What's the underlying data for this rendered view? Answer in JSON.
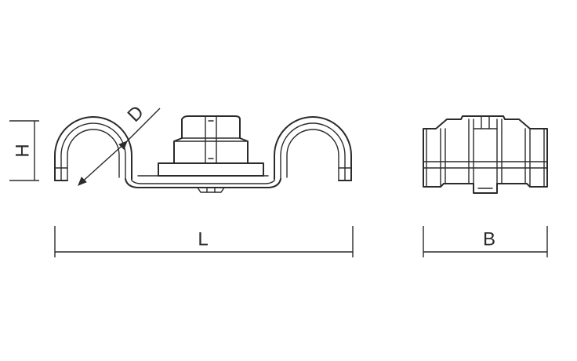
{
  "labels": {
    "height": "H",
    "diameter": "D",
    "length": "L",
    "width": "B"
  },
  "colors": {
    "line": "#2b2b2b",
    "background": "#ffffff"
  }
}
